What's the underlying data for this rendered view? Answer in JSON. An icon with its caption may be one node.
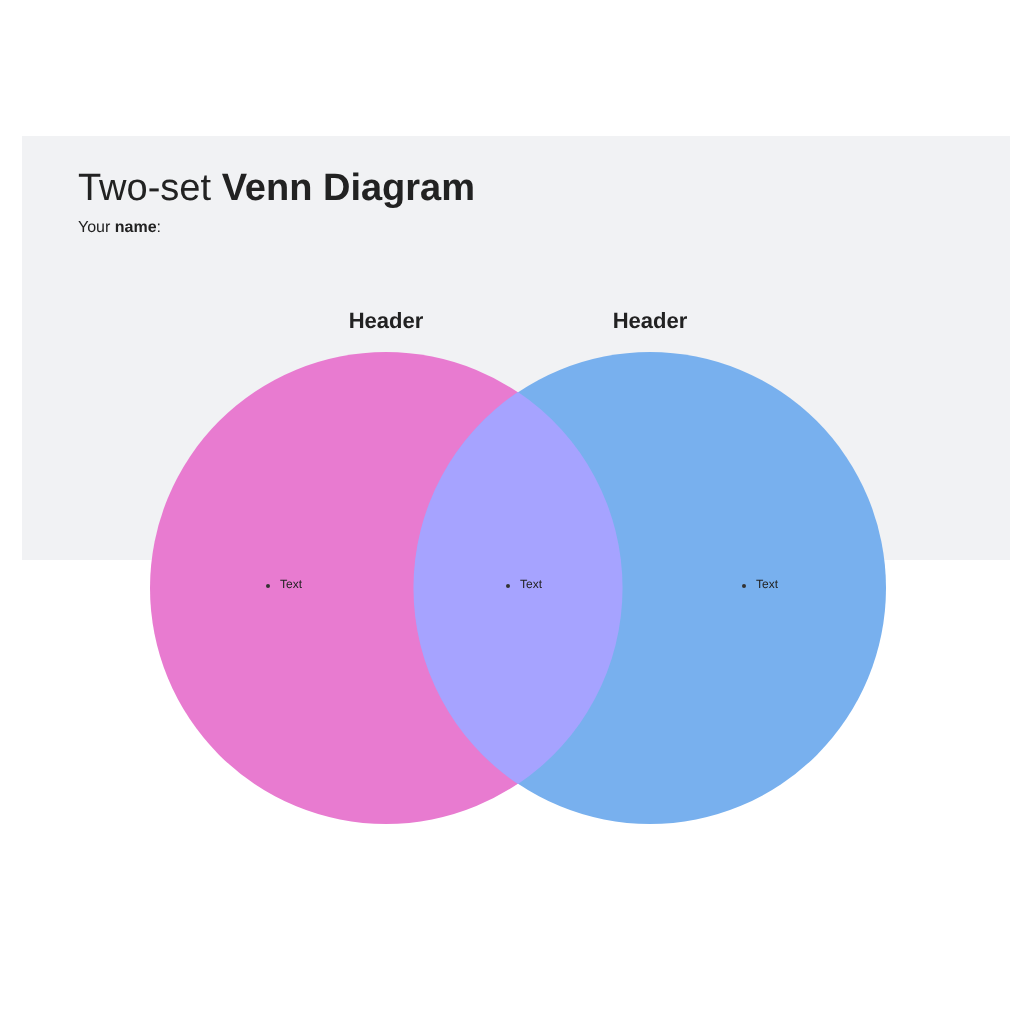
{
  "diagram": {
    "title": "Two-set **Venn Diagram**",
    "nodes": [
      {
        "text": [
          "Header",
          "Text"
        ]
      },
      {
        "text": [
          "Header",
          "Text"
        ]
      },
      {
        "text": [
          "Text"
        ]
      }
    ],
    "labels": [
      "Your **name**:"
    ]
  }
}
